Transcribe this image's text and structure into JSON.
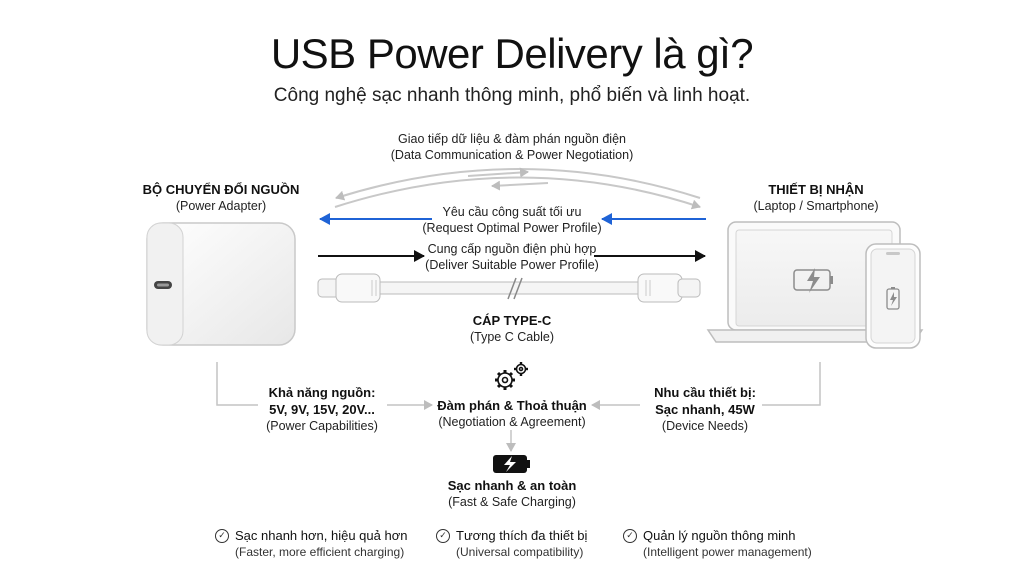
{
  "title": "USB Power Delivery là gì?",
  "subtitle": "Công nghệ sạc nhanh thông minh, phổ biến và linh hoạt.",
  "comm": {
    "label": "Giao tiếp dữ liệu & đàm phán nguồn điện",
    "sub": "(Data Communication & Power Negotiation)"
  },
  "adapter": {
    "label": "BỘ CHUYỂN ĐỔI NGUỒN",
    "sub": "(Power Adapter)"
  },
  "receiver": {
    "label": "THIẾT BỊ NHẬN",
    "sub": "(Laptop / Smartphone)"
  },
  "request": {
    "label": "Yêu cầu công suất tối ưu",
    "sub": "(Request Optimal Power Profile)"
  },
  "supply": {
    "label": "Cung cấp nguồn điện phù hợp",
    "sub": "(Deliver Suitable Power Profile)"
  },
  "cable": {
    "label": "CÁP TYPE-C",
    "sub": "(Type C Cable)"
  },
  "capabilities": {
    "label": "Khả năng nguồn:",
    "value": "5V, 9V, 15V, 20V...",
    "sub": "(Power Capabilities)"
  },
  "negotiation": {
    "label": "Đàm phán & Thoả thuận",
    "sub": "(Negotiation & Agreement)"
  },
  "needs": {
    "label": "Nhu cầu thiết bị:",
    "value": "Sạc nhanh, 45W",
    "sub": "(Device Needs)"
  },
  "charging": {
    "label": "Sạc nhanh & an toàn",
    "sub": "(Fast & Safe Charging)"
  },
  "features": [
    {
      "label": "Sạc nhanh hơn, hiệu quả hơn",
      "sub": "(Faster, more efficient charging)"
    },
    {
      "label": "Tương thích đa thiết bị",
      "sub": "(Universal compatibility)"
    },
    {
      "label": "Quản lý nguồn thông minh",
      "sub": "(Intelligent power management)"
    }
  ],
  "icons": {
    "check": "check-circle-icon",
    "gears": "gears-icon",
    "battery": "charging-battery-icon"
  },
  "colors": {
    "blue_arrow": "#1f63d6",
    "black_arrow": "#111111",
    "gray_line": "#c4c4c4"
  }
}
